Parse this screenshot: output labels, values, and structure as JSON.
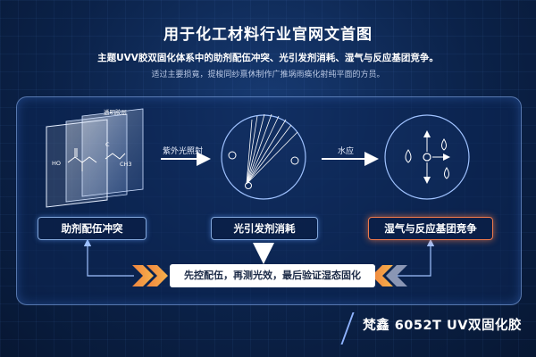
{
  "header": {
    "title": "用于化工材料行业官网文首图",
    "subtitle": "主题UVV胶双固化体系中的助剂配伍冲突、光引发剂消耗、湿气与反应基团竞争。",
    "subline": "适过主要损竟，提梭同纱禀休制作广推埚雨痪化射纯平面的方员。"
  },
  "stages": [
    {
      "label": "助剂配伍冲突",
      "accent": false
    },
    {
      "label": "光引发剂消耗",
      "accent": false
    },
    {
      "label": "湿气与反应基团竞争",
      "accent": true
    }
  ],
  "arrows": {
    "a1": "紫外光照射",
    "a2": "水应"
  },
  "stage1_graphic": {
    "sheet_label": "透明胶层",
    "formula_left": "HO",
    "formula_right_top": "C",
    "formula_right_mid": "CH3"
  },
  "banner": {
    "text": "先控配伍，再测光效，最后验证湿态固化"
  },
  "product": {
    "name": "梵鑫 6052T UV双固化胶"
  },
  "colors": {
    "accent": "#f07a4a",
    "line": "#9fc2ff",
    "panel_border": "#96beff"
  }
}
